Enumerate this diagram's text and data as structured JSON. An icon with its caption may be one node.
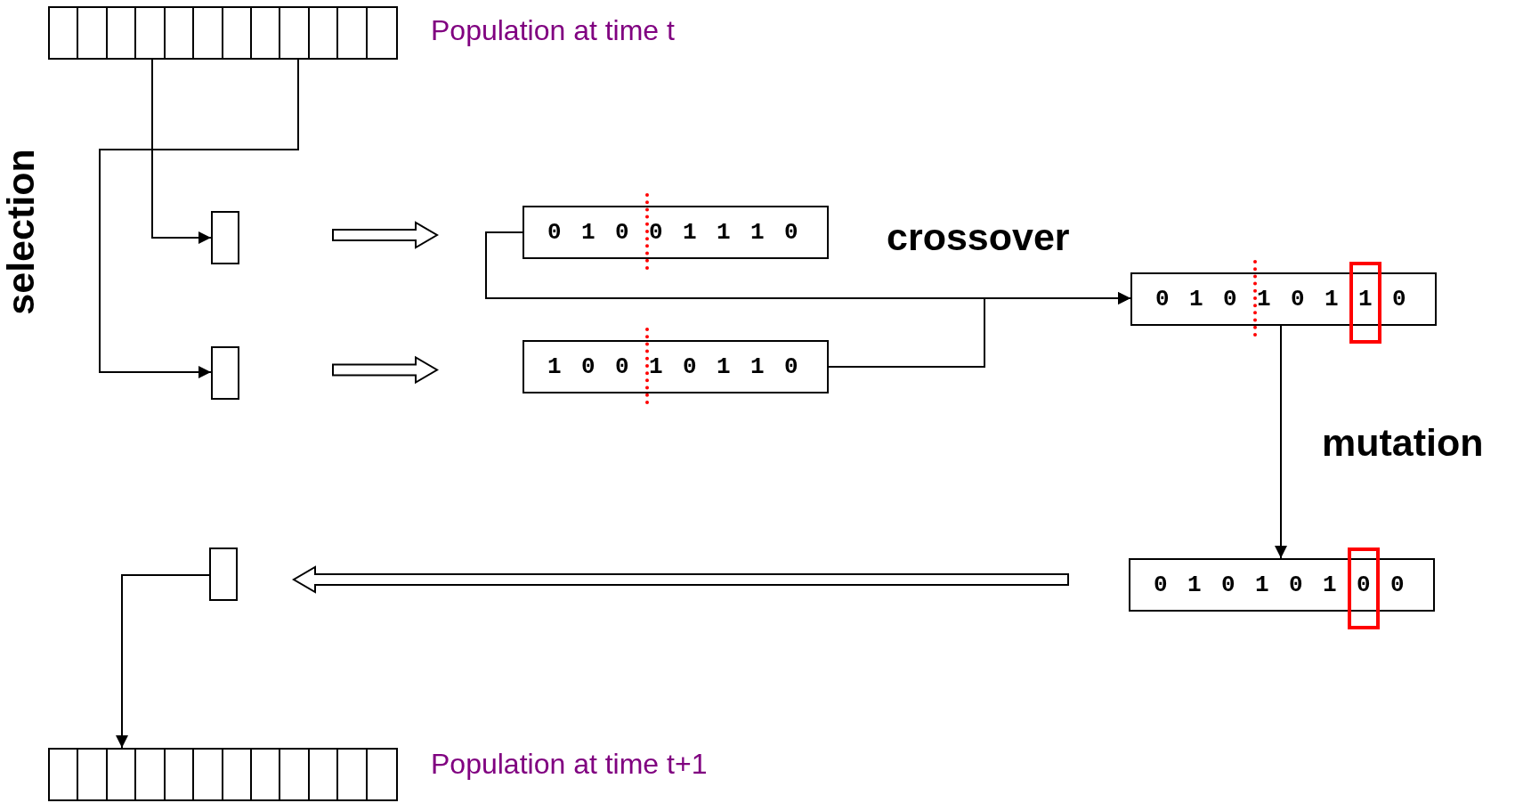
{
  "diagram": {
    "nodes": [
      {
        "text": [],
        "shape": "box",
        "beside": [
          "Population at time t"
        ]
      },
      {
        "text": [],
        "shape": "box"
      },
      {
        "text": [
          "0 1 0 0 1 1 1 0"
        ]
      },
      {
        "text": [
          "0 1 0 1 0 1 1 0"
        ]
      },
      {
        "text": [],
        "shape": "box"
      },
      {
        "text": [
          "1 0 0 1 0 1 1 0"
        ]
      },
      {
        "text": [
          "0 1 0 1 0 1 0 0"
        ]
      },
      {
        "text": [],
        "shape": "box"
      },
      {
        "text": [],
        "shape": "box",
        "beside": [
          "Population at time t+1"
        ]
      }
    ],
    "edges": [
      {
        "from": 0,
        "to": 1,
        "arrow": "to"
      },
      {
        "from": 0,
        "to": 4,
        "arrow": "to"
      },
      {
        "from": 1,
        "to": 2,
        "arrow": "to",
        "style": "thick"
      },
      {
        "from": 4,
        "to": 5,
        "arrow": "to",
        "style": "thick"
      },
      {
        "from": 2,
        "to": 3,
        "arrow": "to"
      },
      {
        "from": 5,
        "to": 3,
        "arrow": "to"
      },
      {
        "from": 3,
        "to": 6,
        "arrow": "to"
      },
      {
        "from": 6,
        "to": 7,
        "arrow": "to",
        "style": "thick"
      },
      {
        "from": 7,
        "to": 8,
        "arrow": "to"
      }
    ],
    "labels": [
      "selection",
      "crossover",
      "mutation"
    ]
  }
}
